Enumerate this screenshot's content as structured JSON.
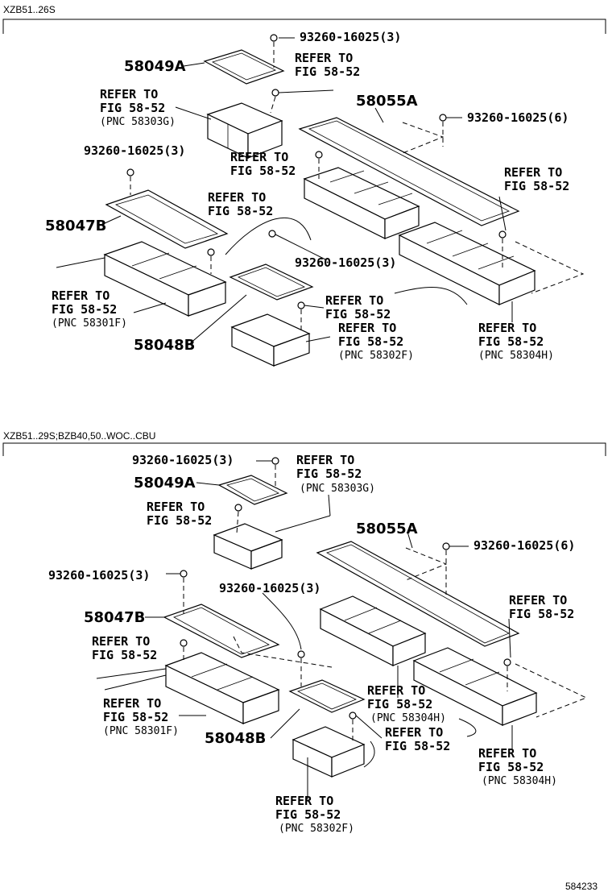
{
  "sections": [
    {
      "header": "XZB51..26S"
    },
    {
      "header": "XZB51..29S;BZB40,50..WOC..CBU"
    }
  ],
  "common": {
    "bolt3": "93260-16025(3)",
    "bolt6": "93260-16025(6)",
    "refer": "REFER TO",
    "fig": "FIG 58-52",
    "pnc_301f": "(PNC 58301F)",
    "pnc_302f": "(PNC 58302F)",
    "pnc_303g": "(PNC 58303G)",
    "pnc_304h": "(PNC 58304H)",
    "p49a": "58049A",
    "p55a": "58055A",
    "p47b": "58047B",
    "p48b": "58048B"
  },
  "footer": {
    "code": "584233"
  }
}
